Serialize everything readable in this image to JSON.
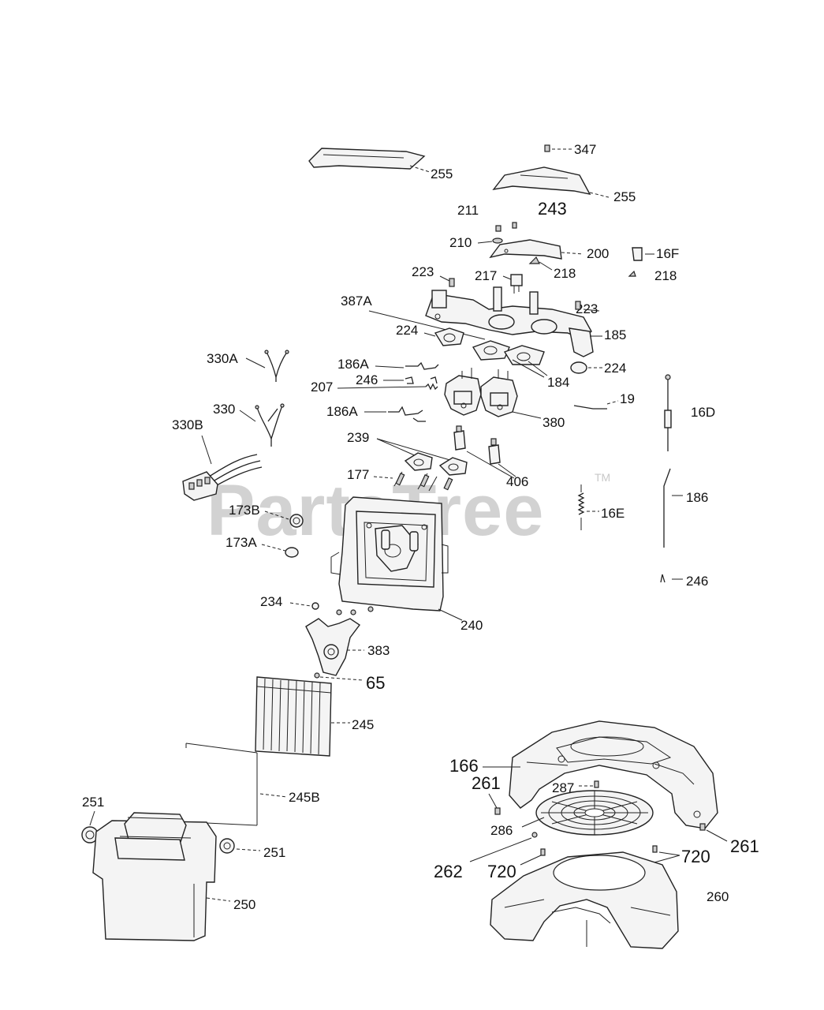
{
  "watermark": {
    "text": "PartsTree",
    "trademark": "TM"
  },
  "callouts": {
    "c255a": "255",
    "c255b": "255",
    "c347": "347",
    "c211": "211",
    "c243": "243",
    "c210": "210",
    "c200": "200",
    "c16F": "16F",
    "c218a": "218",
    "c218b": "218",
    "c223a": "223",
    "c217": "217",
    "c387A": "387A",
    "c223b": "223",
    "c224a": "224",
    "c185": "185",
    "c224b": "224",
    "c330A": "330A",
    "c186Aa": "186A",
    "c246a": "246",
    "c207": "207",
    "c184": "184",
    "c19": "19",
    "c330": "330",
    "c186Ab": "186A",
    "c16D": "16D",
    "c330B": "330B",
    "c380": "380",
    "c239": "239",
    "c406": "406",
    "c177": "177",
    "c186": "186",
    "c173B": "173B",
    "c16E": "16E",
    "c173A": "173A",
    "c246b": "246",
    "c234": "234",
    "c240": "240",
    "c383": "383",
    "c65": "65",
    "c245": "245",
    "c166": "166",
    "c261a": "261",
    "c287": "287",
    "c245B": "245B",
    "c251a": "251",
    "c286": "286",
    "c261b": "261",
    "c251b": "251",
    "c720a": "720",
    "c262": "262",
    "c720b": "720",
    "c260": "260",
    "c250": "250"
  }
}
